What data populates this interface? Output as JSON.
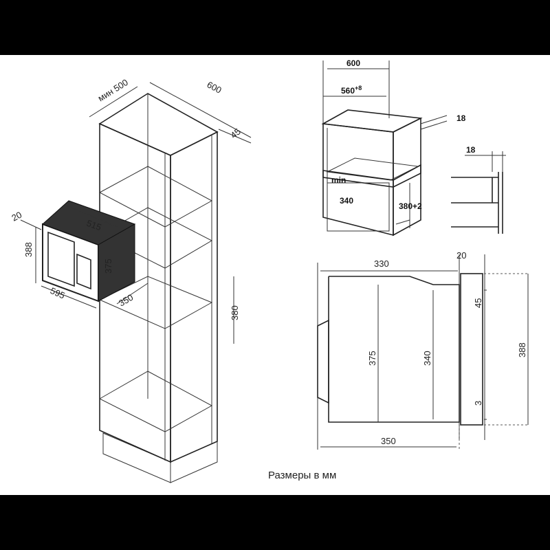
{
  "iso_view": {
    "depth_min": "мин 500",
    "width_cabinet": "600",
    "top_offset": "45",
    "oven_depth": "20",
    "oven_width_inner": "515",
    "oven_height": "388",
    "oven_inner_height": "375",
    "oven_width": "595",
    "oven_depth_body": "350",
    "niche_height": "380"
  },
  "niche_view": {
    "width_outer": "600",
    "width_inner_base": "560",
    "width_inner_sup": "+8",
    "panel_thickness": "18",
    "min_label": "min",
    "min_value": "340",
    "height": "380+2",
    "side_thickness": "18"
  },
  "side_view": {
    "depth_top": "330",
    "front_thickness": "20",
    "h_outer_left": "375",
    "h_inner": "340",
    "top_gap": "45",
    "bottom_gap": "3",
    "h_total": "388",
    "depth_bottom": "350"
  },
  "caption": "Размеры в мм"
}
